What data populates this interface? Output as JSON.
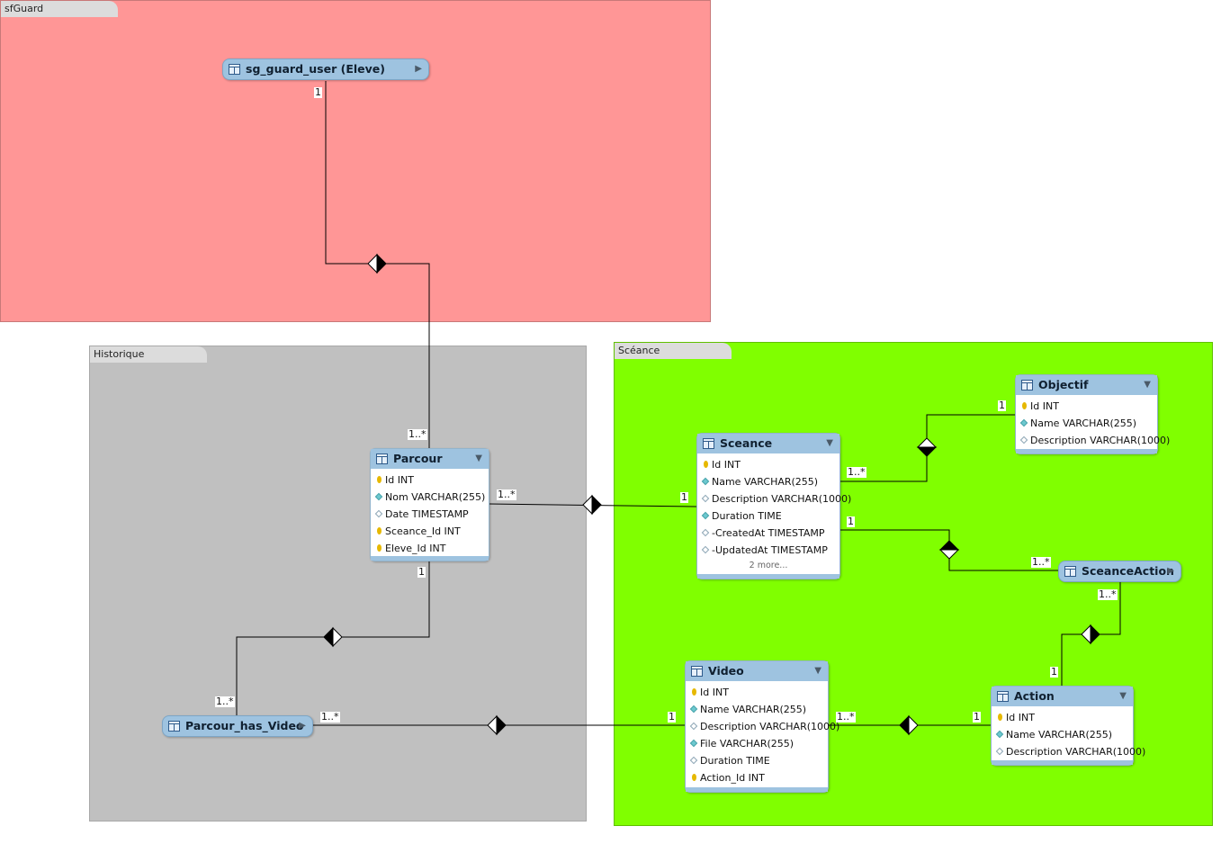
{
  "regions": {
    "sfguard": {
      "label": "sfGuard",
      "color": "#ff9696"
    },
    "historique": {
      "label": "Historique",
      "color": "#c0c0c0"
    },
    "sceance": {
      "label": "Scéance",
      "color": "#80ff00"
    }
  },
  "entities": {
    "sg_guard_user": {
      "title": "sg_guard_user (Eleve)"
    },
    "parcour": {
      "title": "Parcour",
      "columns": [
        {
          "text": "Id INT",
          "marker": "key"
        },
        {
          "text": "Nom  VARCHAR(255)",
          "marker": "nn"
        },
        {
          "text": "Date TIMESTAMP",
          "marker": "null"
        },
        {
          "text": "Sceance_Id INT",
          "marker": "key"
        },
        {
          "text": "Eleve_Id INT",
          "marker": "key"
        }
      ]
    },
    "parcour_has_video": {
      "title": "Parcour_has_Video"
    },
    "sceance": {
      "title": "Sceance",
      "columns": [
        {
          "text": "Id INT",
          "marker": "key"
        },
        {
          "text": "Name VARCHAR(255)",
          "marker": "nn"
        },
        {
          "text": "Description VARCHAR(1000)",
          "marker": "null"
        },
        {
          "text": "Duration TIME",
          "marker": "nn"
        },
        {
          "text": "-CreatedAt TIMESTAMP",
          "marker": "null"
        },
        {
          "text": "-UpdatedAt TIMESTAMP",
          "marker": "null"
        }
      ],
      "more": "2 more..."
    },
    "objectif": {
      "title": "Objectif",
      "columns": [
        {
          "text": "Id INT",
          "marker": "key"
        },
        {
          "text": "Name VARCHAR(255)",
          "marker": "nn"
        },
        {
          "text": "Description VARCHAR(1000)",
          "marker": "null"
        }
      ]
    },
    "sceance_action": {
      "title": "SceanceAction"
    },
    "video": {
      "title": "Video",
      "columns": [
        {
          "text": "Id INT",
          "marker": "key"
        },
        {
          "text": "Name VARCHAR(255)",
          "marker": "nn"
        },
        {
          "text": "Description VARCHAR(1000)",
          "marker": "null"
        },
        {
          "text": "File VARCHAR(255)",
          "marker": "nn"
        },
        {
          "text": "Duration TIME",
          "marker": "null"
        },
        {
          "text": "Action_Id INT",
          "marker": "key"
        }
      ]
    },
    "action": {
      "title": "Action",
      "columns": [
        {
          "text": "Id INT",
          "marker": "key"
        },
        {
          "text": "Name VARCHAR(255)",
          "marker": "nn"
        },
        {
          "text": "Description VARCHAR(1000)",
          "marker": "null"
        }
      ]
    }
  },
  "toggles": {
    "expanded": "▼",
    "collapsed": "▶"
  },
  "relationships": [
    {
      "from": "sg_guard_user",
      "from_card": "1",
      "to": "parcour",
      "to_card": "1..*"
    },
    {
      "from": "parcour",
      "from_card": "1..*",
      "to": "sceance",
      "to_card": "1"
    },
    {
      "from": "parcour",
      "from_card": "1",
      "to": "parcour_has_video",
      "to_card": "1..*"
    },
    {
      "from": "parcour_has_video",
      "from_card": "1..*",
      "to": "video",
      "to_card": "1"
    },
    {
      "from": "sceance",
      "from_card": "1..*",
      "to": "objectif",
      "to_card": "1"
    },
    {
      "from": "sceance",
      "from_card": "1",
      "to": "sceance_action",
      "to_card": "1..*"
    },
    {
      "from": "sceance_action",
      "from_card": "1..*",
      "to": "action",
      "to_card": "1"
    },
    {
      "from": "video",
      "from_card": "1..*",
      "to": "action",
      "to_card": "1"
    }
  ]
}
